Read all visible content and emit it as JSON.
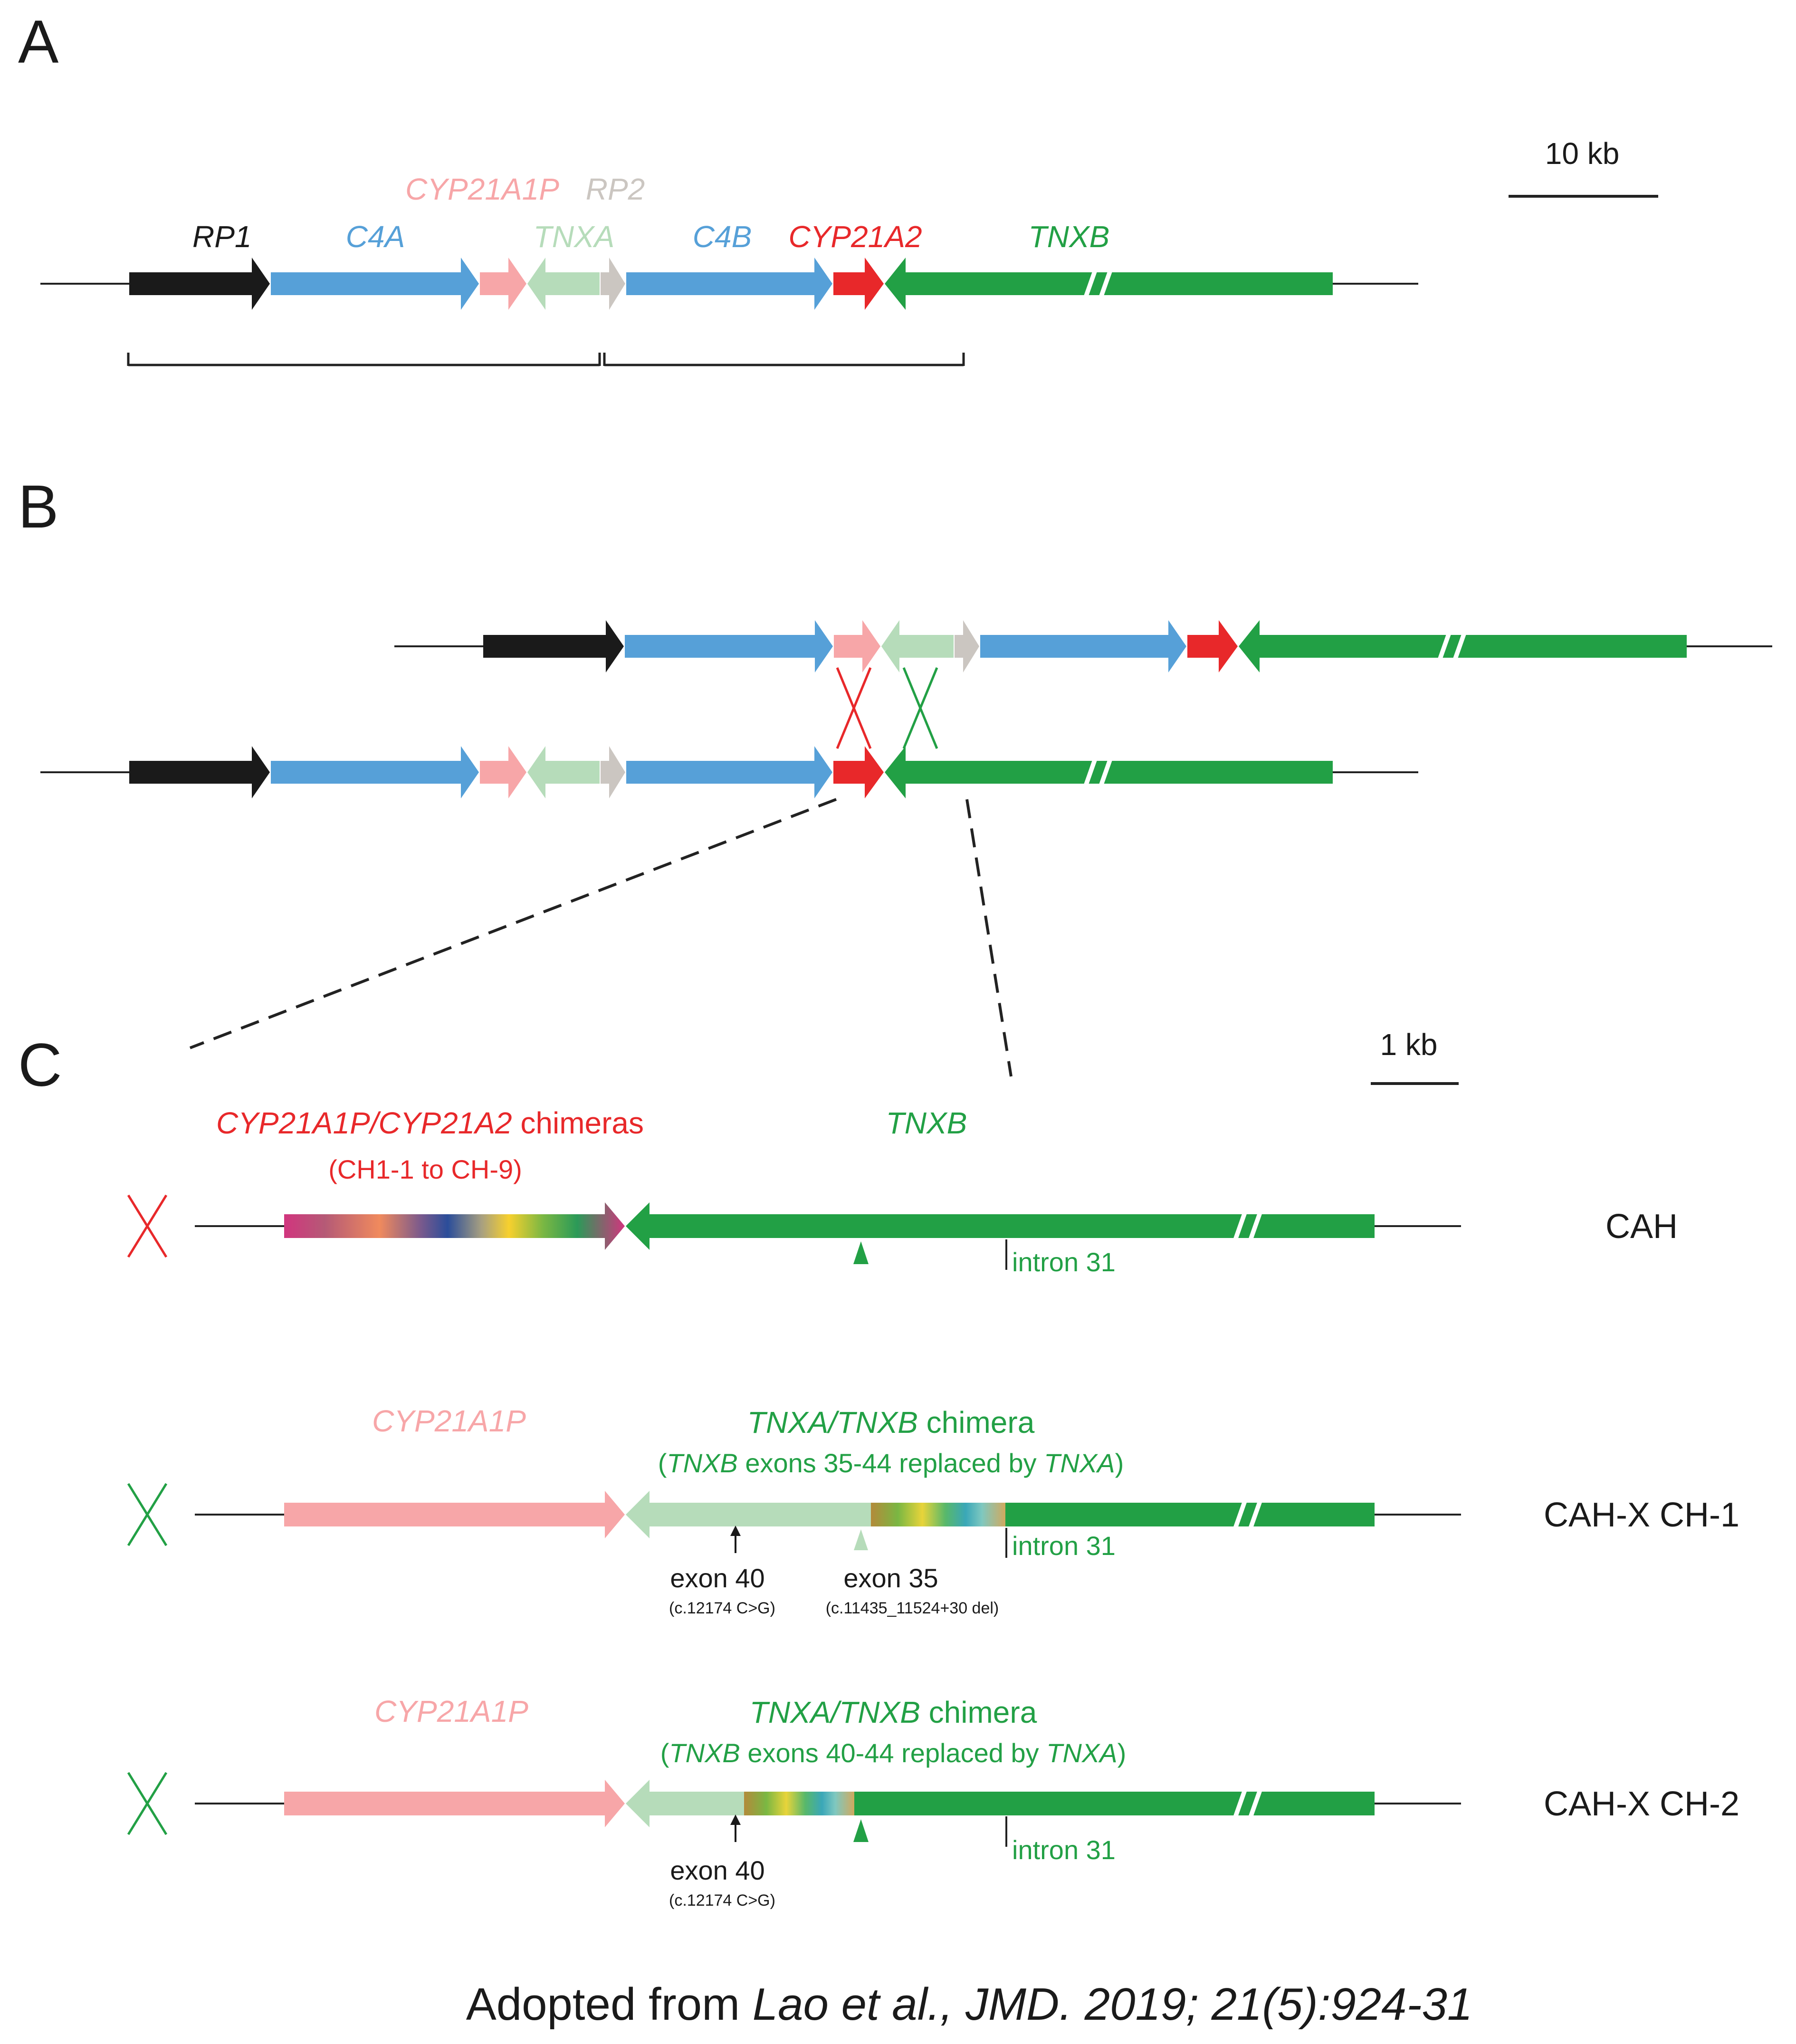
{
  "colors": {
    "black": "#1a1a1a",
    "blue": "#56a0d8",
    "pink": "#f7a6a8",
    "light_green": "#b6dcba",
    "gray": "#cbc6c1",
    "red": "#e8282a",
    "green": "#22a045",
    "line": "#222222"
  },
  "panel_a": {
    "label": "A",
    "scale": "10 kb",
    "genes": {
      "rp1": "RP1",
      "cyp21a1p": "CYP21A1P",
      "rp2": "RP2",
      "c4a": "C4A",
      "tnxa": "TNXA",
      "c4b": "C4B",
      "cyp21a2": "CYP21A2",
      "tnxb": "TNXB"
    }
  },
  "panel_b": {
    "label": "B"
  },
  "panel_c": {
    "label": "C",
    "scale": "1 kb",
    "cah": {
      "title_italic": "CYP21A1P/CYP21A2",
      "title_rest": " chimeras",
      "subtitle": "(CH1-1 to CH-9)",
      "tnxb": "TNXB",
      "intron": "intron 31",
      "row_label": "CAH"
    },
    "ch1": {
      "cyp": "CYP21A1P",
      "title_italic": "TNXA/TNXB",
      "title_rest": " chimera",
      "sub_open": "(",
      "sub_italic1": "TNXB",
      "sub_mid": " exons 35-44 replaced by ",
      "sub_italic2": "TNXA",
      "sub_close": ")",
      "exon40": "exon 40",
      "exon40_note": "(c.12174 C>G)",
      "exon35": "exon 35",
      "exon35_note": "(c.11435_11524+30 del)",
      "intron": "intron 31",
      "row_label": "CAH-X CH-1"
    },
    "ch2": {
      "cyp": "CYP21A1P",
      "title_italic": "TNXA/TNXB",
      "title_rest": " chimera",
      "sub_open": "(",
      "sub_italic1": "TNXB",
      "sub_mid": " exons 40-44 replaced by ",
      "sub_italic2": "TNXA",
      "sub_close": ")",
      "exon40": "exon 40",
      "exon40_note": "(c.12174 C>G)",
      "intron": "intron 31",
      "row_label": "CAH-X CH-2"
    }
  },
  "citation": {
    "prefix": "Adopted from ",
    "italic": "Lao et al., JMD. 2019; 21(5):924-31"
  }
}
